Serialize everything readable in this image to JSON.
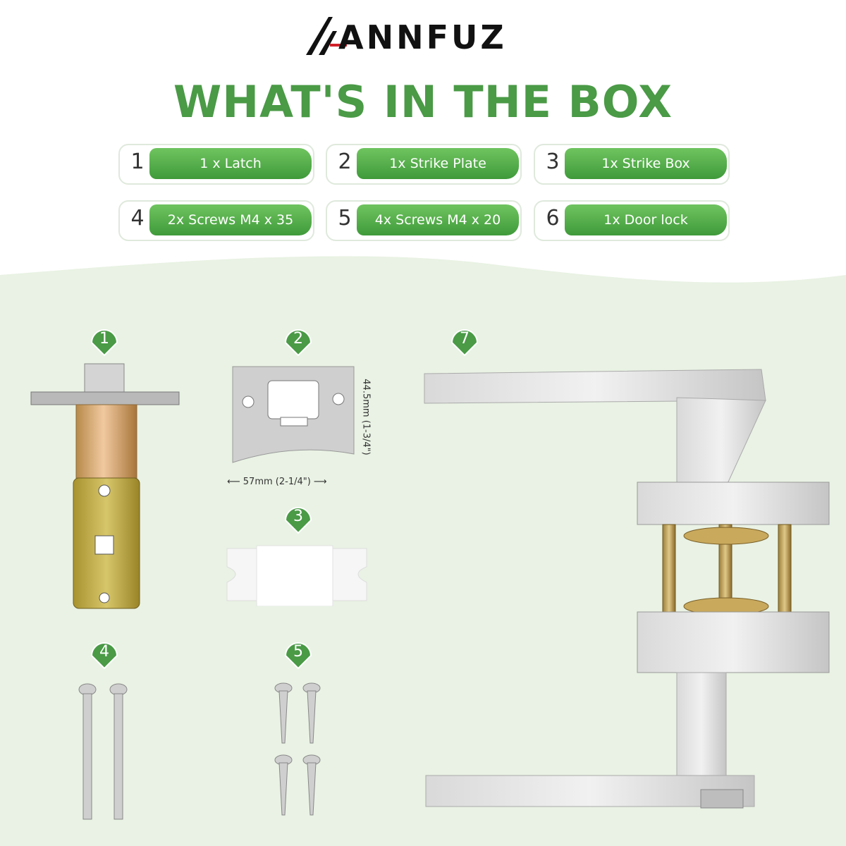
{
  "brand": {
    "name": "ANNFUZ"
  },
  "headline": "WHAT'S IN THE BOX",
  "items": [
    {
      "number": "1",
      "label": "1 x Latch"
    },
    {
      "number": "2",
      "label": "1x Strike Plate"
    },
    {
      "number": "3",
      "label": "1x Strike Box"
    },
    {
      "number": "4",
      "label": "2x Screws M4 x 35"
    },
    {
      "number": "5",
      "label": "4x Screws M4 x 20"
    },
    {
      "number": "6",
      "label": "1x Door lock"
    }
  ],
  "badges": [
    "1",
    "2",
    "3",
    "4",
    "5",
    "7"
  ],
  "dimensions": {
    "width": "57mm  (2-1/4\")",
    "height": "44.5mm  (1-3/4\")"
  },
  "colors": {
    "accent": "#4a9a46",
    "pill_top": "#6fc45f",
    "pill_bottom": "#3f9a3a",
    "background_panel": "#e9f2e4"
  }
}
